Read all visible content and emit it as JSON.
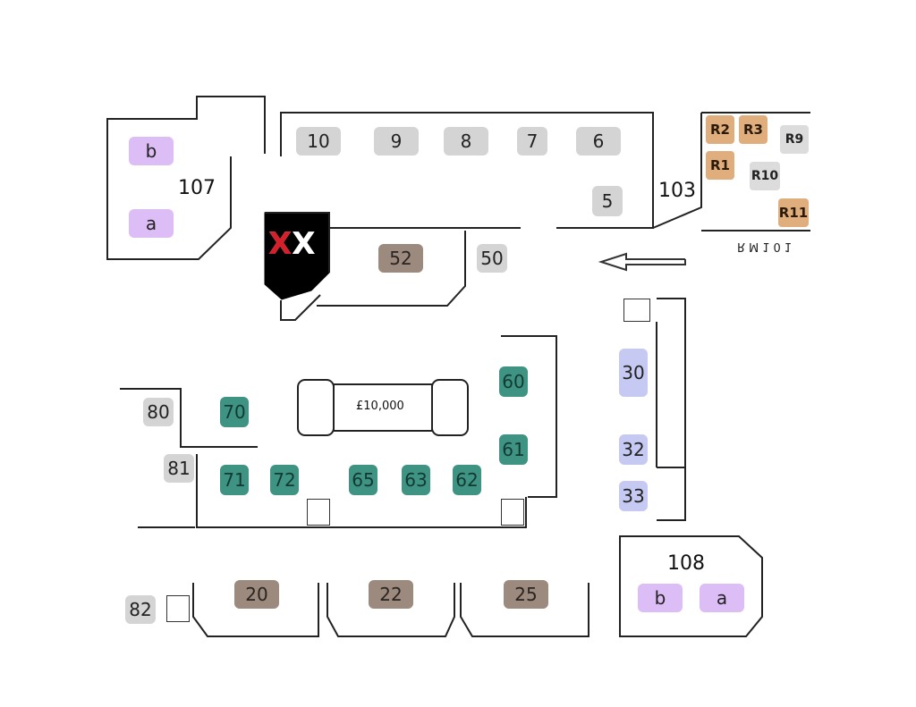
{
  "rooms": {
    "r107": "107",
    "r103": "103",
    "r108": "108",
    "rm101": "RM101"
  },
  "stage": {
    "prize": "£10,000"
  },
  "booths": {
    "b10": "10",
    "b9": "9",
    "b8": "8",
    "b7": "7",
    "b6": "6",
    "b5": "5",
    "b52": "52",
    "b50": "50",
    "b107b": "b",
    "b107a": "a",
    "r2": "R2",
    "r3": "R3",
    "r9": "R9",
    "r1": "R1",
    "r10": "R10",
    "r11": "R11",
    "b30": "30",
    "b32": "32",
    "b33": "33",
    "b60": "60",
    "b61": "61",
    "b62": "62",
    "b63": "63",
    "b65": "65",
    "b70": "70",
    "b71": "71",
    "b72": "72",
    "b80": "80",
    "b81": "81",
    "b82": "82",
    "b20": "20",
    "b22": "22",
    "b25": "25",
    "b108b": "b",
    "b108a": "a"
  },
  "logo": {
    "text": "XX"
  },
  "colors": {
    "grey": "#d4d4d4",
    "teal": "#3f9382",
    "brown": "#9b8a7d",
    "blue": "#c6c9f1",
    "purple": "#dcbdf6",
    "orange": "#e0ad7d"
  },
  "icons": {
    "direction": "arrow-left-icon"
  }
}
